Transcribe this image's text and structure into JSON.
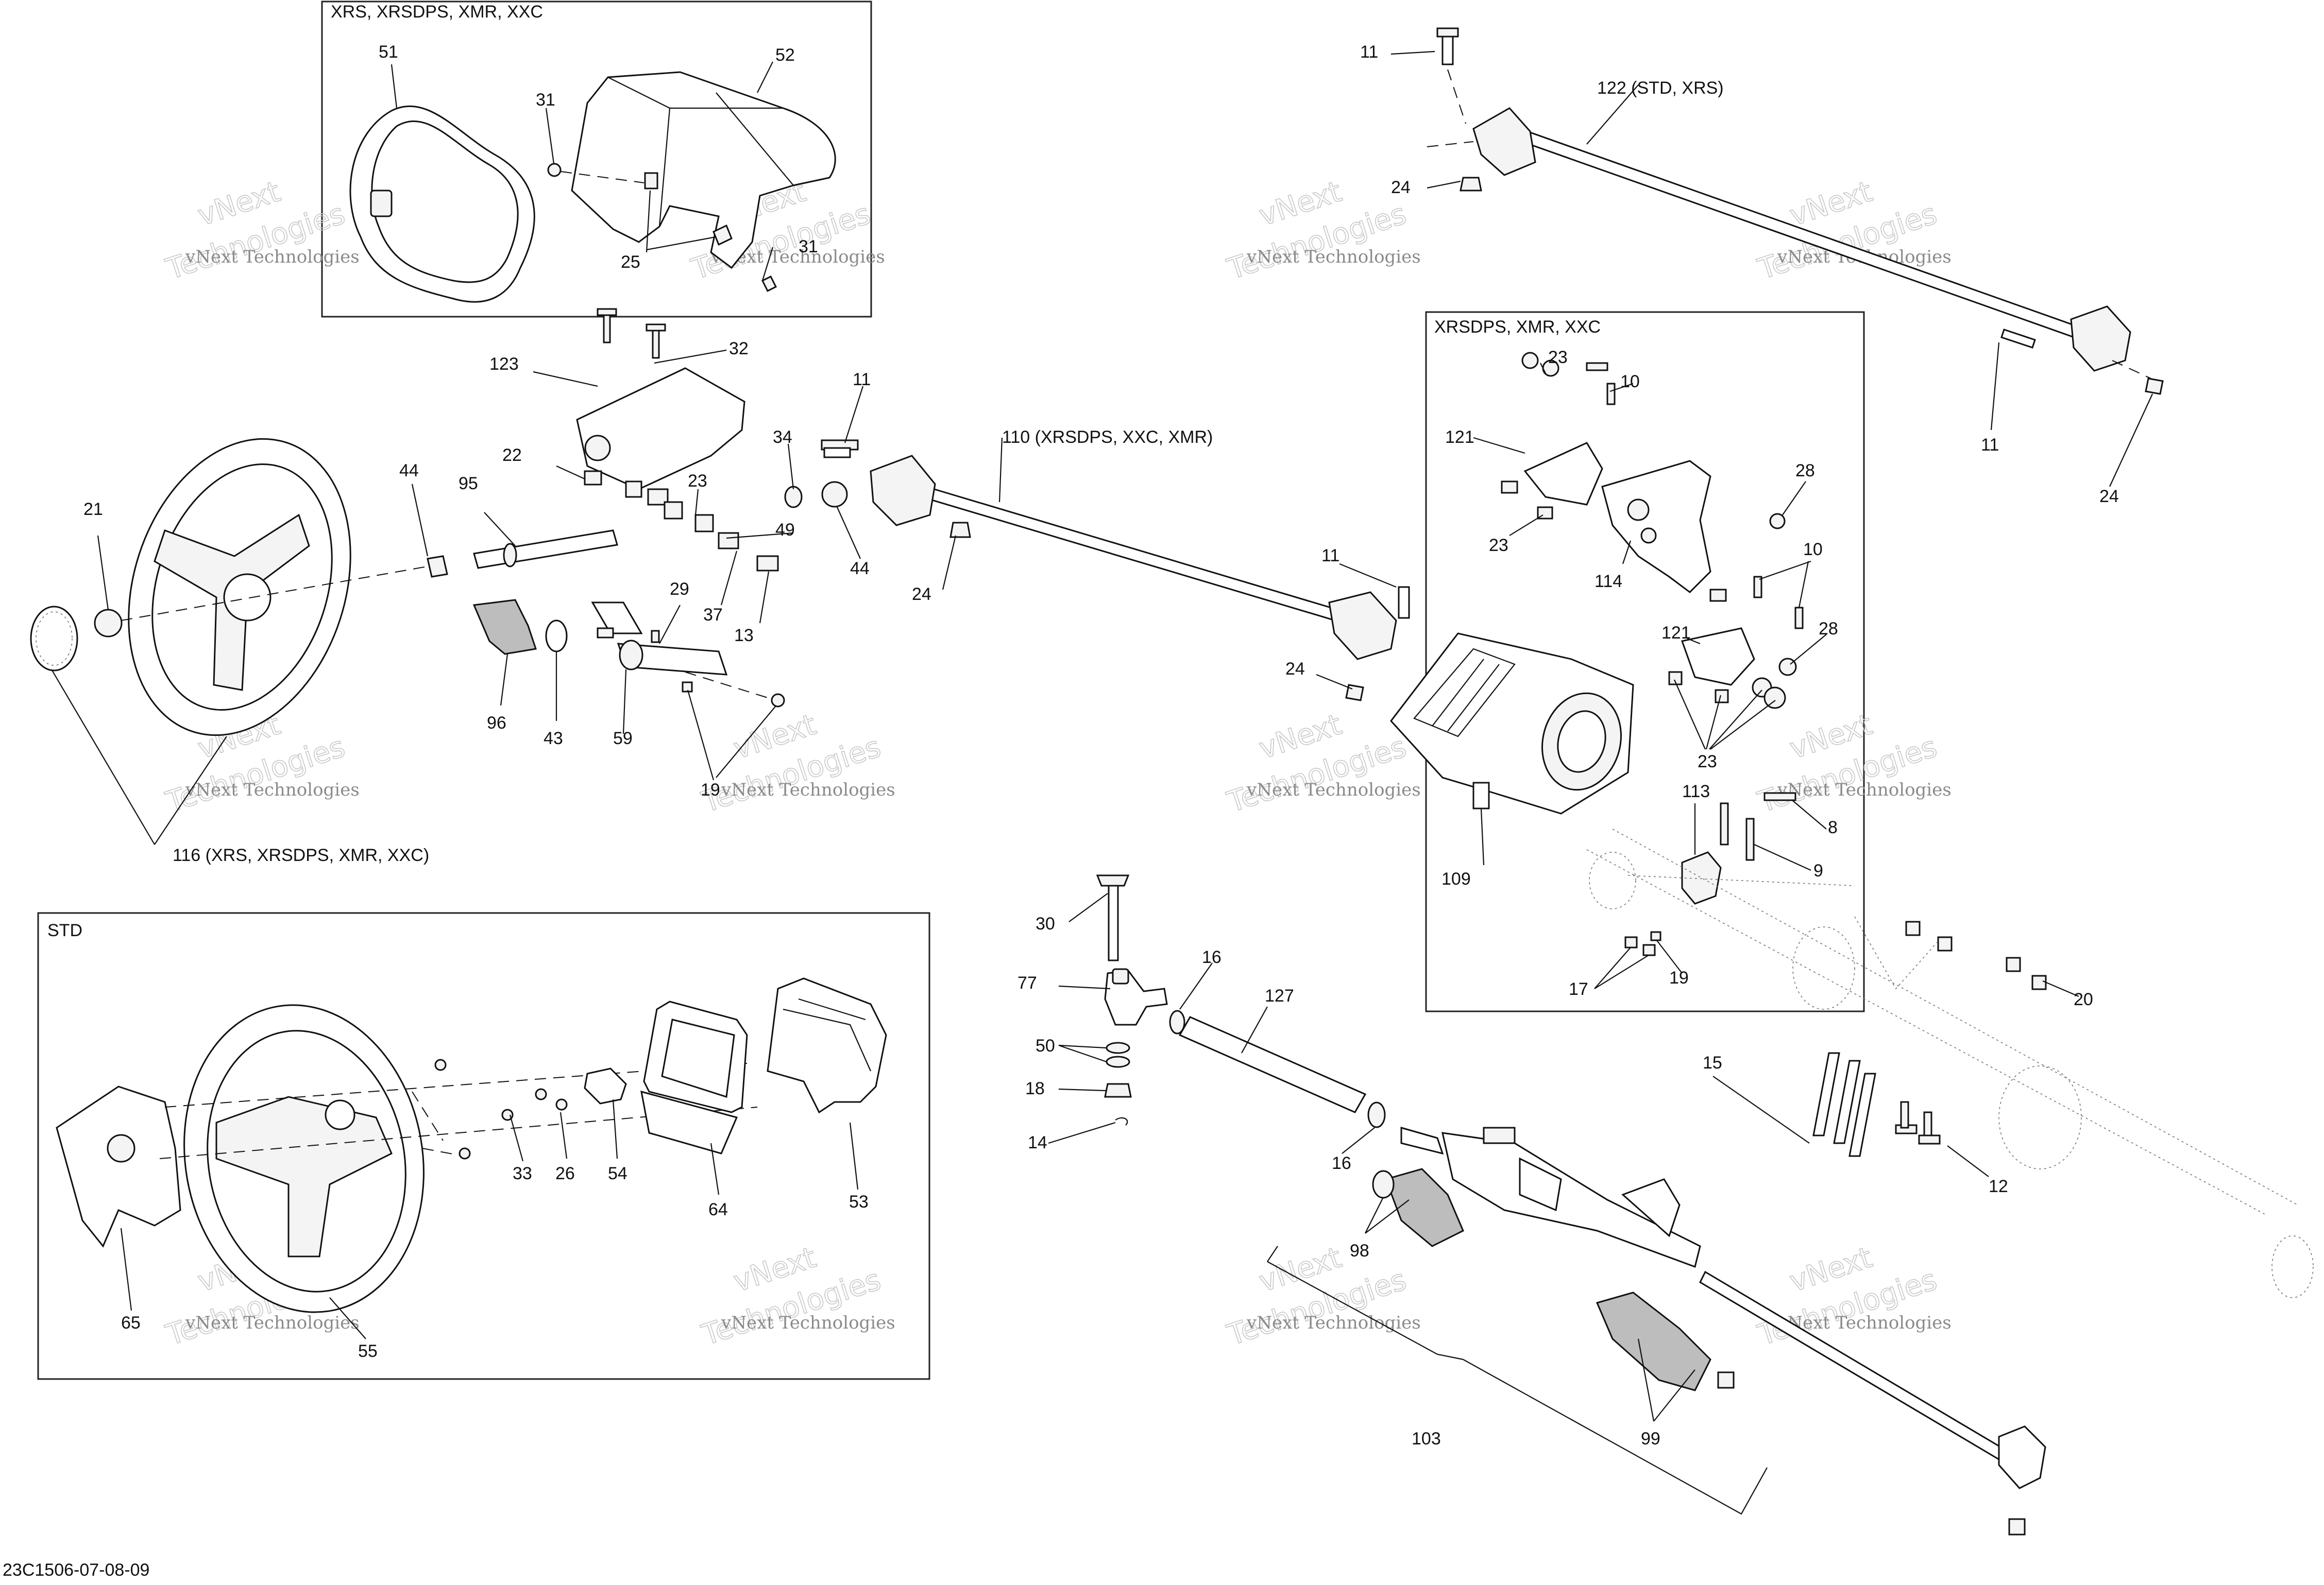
{
  "boxes": {
    "top_left": "XRS, XRSDPS, XMR, XXC",
    "right": "XRSDPS, XMR, XXC",
    "bottom_left": "STD"
  },
  "labels": {
    "p51": "51",
    "p52": "52",
    "p31a": "31",
    "p31b": "31",
    "p25": "25",
    "p11a": "11",
    "p122": "122 (STD, XRS)",
    "p24a": "24",
    "p11b": "11",
    "p24b": "24",
    "p32": "32",
    "p123": "123",
    "p22": "22",
    "p23a": "23",
    "p34": "34",
    "p11c": "11",
    "p110": "110 (XRSDPS, XXC, XMR)",
    "p44a": "44",
    "p95": "95",
    "p49": "49",
    "p44b": "44",
    "p24c": "24",
    "p21": "21",
    "p37": "37",
    "p13": "13",
    "p29": "29",
    "p96": "96",
    "p43": "43",
    "p59": "59",
    "p19a": "19",
    "p11d": "11",
    "p24d": "24",
    "p116": "116 (XRS, XRSDPS, XMR, XXC)",
    "p23b": "23",
    "p10a": "10",
    "p121a": "121",
    "p28a": "28",
    "p23c": "23",
    "p114": "114",
    "p10b": "10",
    "p121b": "121",
    "p28b": "28",
    "p23d": "23",
    "p109": "109",
    "p113": "113",
    "p8": "8",
    "p9": "9",
    "p17": "17",
    "p19b": "19",
    "p30": "30",
    "p16a": "16",
    "p77": "77",
    "p127": "127",
    "p50": "50",
    "p18": "18",
    "p14": "14",
    "p16b": "16",
    "p98": "98",
    "p103": "103",
    "p99": "99",
    "p15": "15",
    "p20": "20",
    "p12": "12",
    "p33": "33",
    "p26": "26",
    "p54": "54",
    "p64": "64",
    "p53": "53",
    "p65": "65",
    "p55": "55"
  },
  "watermark": {
    "company": "vNext Technologies",
    "logo_word": "vNext",
    "logo_sub": "Technologies"
  },
  "footer": {
    "diagram_code": "23C1506-07-08-09"
  }
}
